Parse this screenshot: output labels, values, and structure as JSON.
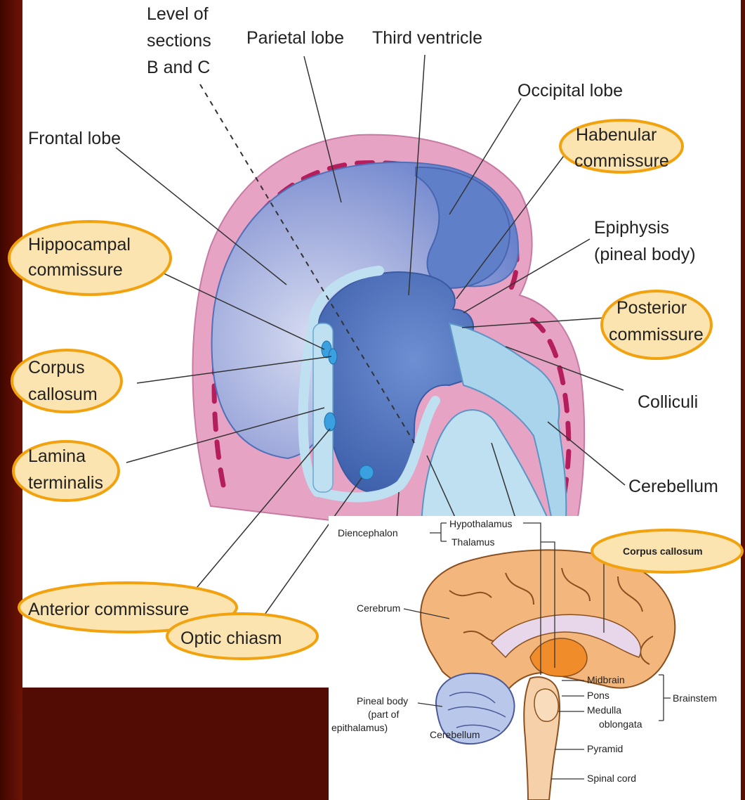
{
  "top_diagram": {
    "labels": {
      "level_line1": "Level of",
      "level_line2": "sections",
      "level_line3": "B and C",
      "parietal": "Parietal lobe",
      "third_ventricle": "Third ventricle",
      "occipital": "Occipital lobe",
      "frontal": "Frontal lobe",
      "habenular_line1": "Habenular",
      "habenular_line2": "commissure",
      "hippocampal_line1": "Hippocampal",
      "hippocampal_line2": "commissure",
      "epiphysis_line1": "Epiphysis",
      "epiphysis_line2": "(pineal body)",
      "posterior_line1": "Posterior",
      "posterior_line2": "commissure",
      "corpus_line1": "Corpus",
      "corpus_line2": "callosum",
      "colliculi": "Colliculi",
      "lamina_line1": "Lamina",
      "lamina_line2": "terminalis",
      "cerebellum": "Cerebellum",
      "anterior": "Anterior commissure",
      "optic": "Optic chiasm"
    }
  },
  "inset_diagram": {
    "labels": {
      "diencephalon": "Diencephalon",
      "hypothalamus": "Hypothalamus",
      "thalamus": "Thalamus",
      "corpus_callosum": "Corpus callosum",
      "cerebrum": "Cerebrum",
      "pineal_line1": "Pineal body",
      "pineal_line2": "(part of",
      "pineal_line3": "epithalamus)",
      "cerebellum": "Cerebellum",
      "midbrain": "Midbrain",
      "pons": "Pons",
      "medulla_line1": "Medulla",
      "medulla_line2": "oblongata",
      "brainstem": "Brainstem",
      "pyramid": "Pyramid",
      "spinal_cord": "Spinal cord"
    }
  },
  "colors": {
    "frame": "#5a0d05",
    "highlight_fill": "#fce4b0",
    "highlight_stroke": "#f2a20f",
    "pink_tissue": "#e8a6c4",
    "blue_brain": "#6f8fd0",
    "ventricle": "#bfe0f0",
    "cerebrum_orange": "#f3b67c"
  }
}
